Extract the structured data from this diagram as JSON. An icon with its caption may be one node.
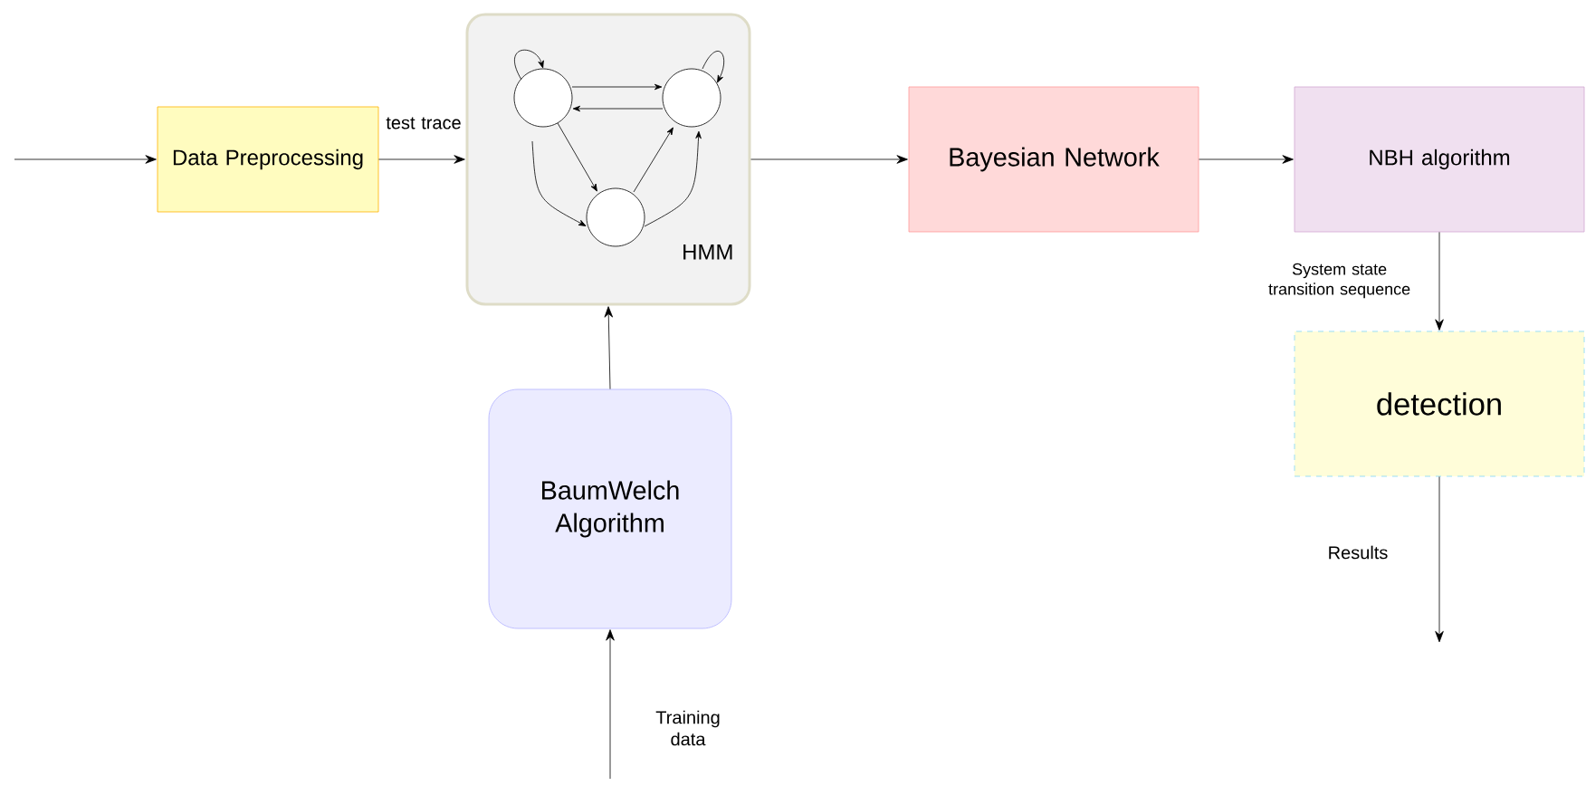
{
  "diagram": {
    "nodes": [
      {
        "text": [
          "Data Preprocessing"
        ]
      },
      {
        "text": [
          "HMM"
        ]
      },
      {
        "text": [
          "BaumWelch Algorithm"
        ]
      },
      {
        "text": [
          "Bayesian Network"
        ]
      },
      {
        "text": [
          "NBH algorithm"
        ]
      },
      {
        "text": [
          "detection"
        ]
      }
    ],
    "edges": [
      {
        "from": null,
        "to": 0,
        "arrow": "to"
      },
      {
        "from": 0,
        "to": 1,
        "arrow": "to",
        "label": "test trace"
      },
      {
        "from": 2,
        "to": 1,
        "arrow": "to"
      },
      {
        "from": null,
        "to": 2,
        "arrow": "to",
        "label": "Training data"
      },
      {
        "from": 1,
        "to": 3,
        "arrow": "to"
      },
      {
        "from": 3,
        "to": 4,
        "arrow": "to"
      },
      {
        "from": 4,
        "to": 5,
        "arrow": "to",
        "label": "System state transition sequence"
      },
      {
        "from": 5,
        "to": null,
        "arrow": "to",
        "label": "Results"
      }
    ]
  }
}
